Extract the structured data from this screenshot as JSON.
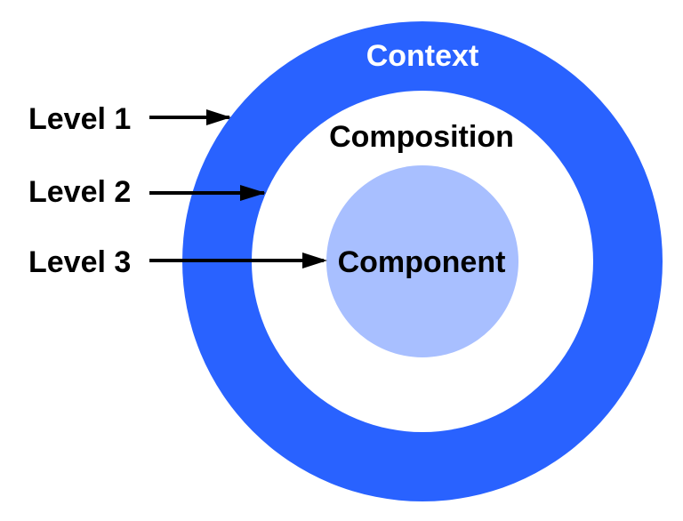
{
  "diagram": {
    "rings": {
      "outer": {
        "label": "Context",
        "color": "#2962FF"
      },
      "middle": {
        "label": "Composition",
        "color": "#FFFFFF"
      },
      "inner": {
        "label": "Component",
        "color": "#A8BFFF"
      }
    },
    "levels": [
      {
        "label": "Level 1"
      },
      {
        "label": "Level 2"
      },
      {
        "label": "Level 3"
      }
    ]
  }
}
